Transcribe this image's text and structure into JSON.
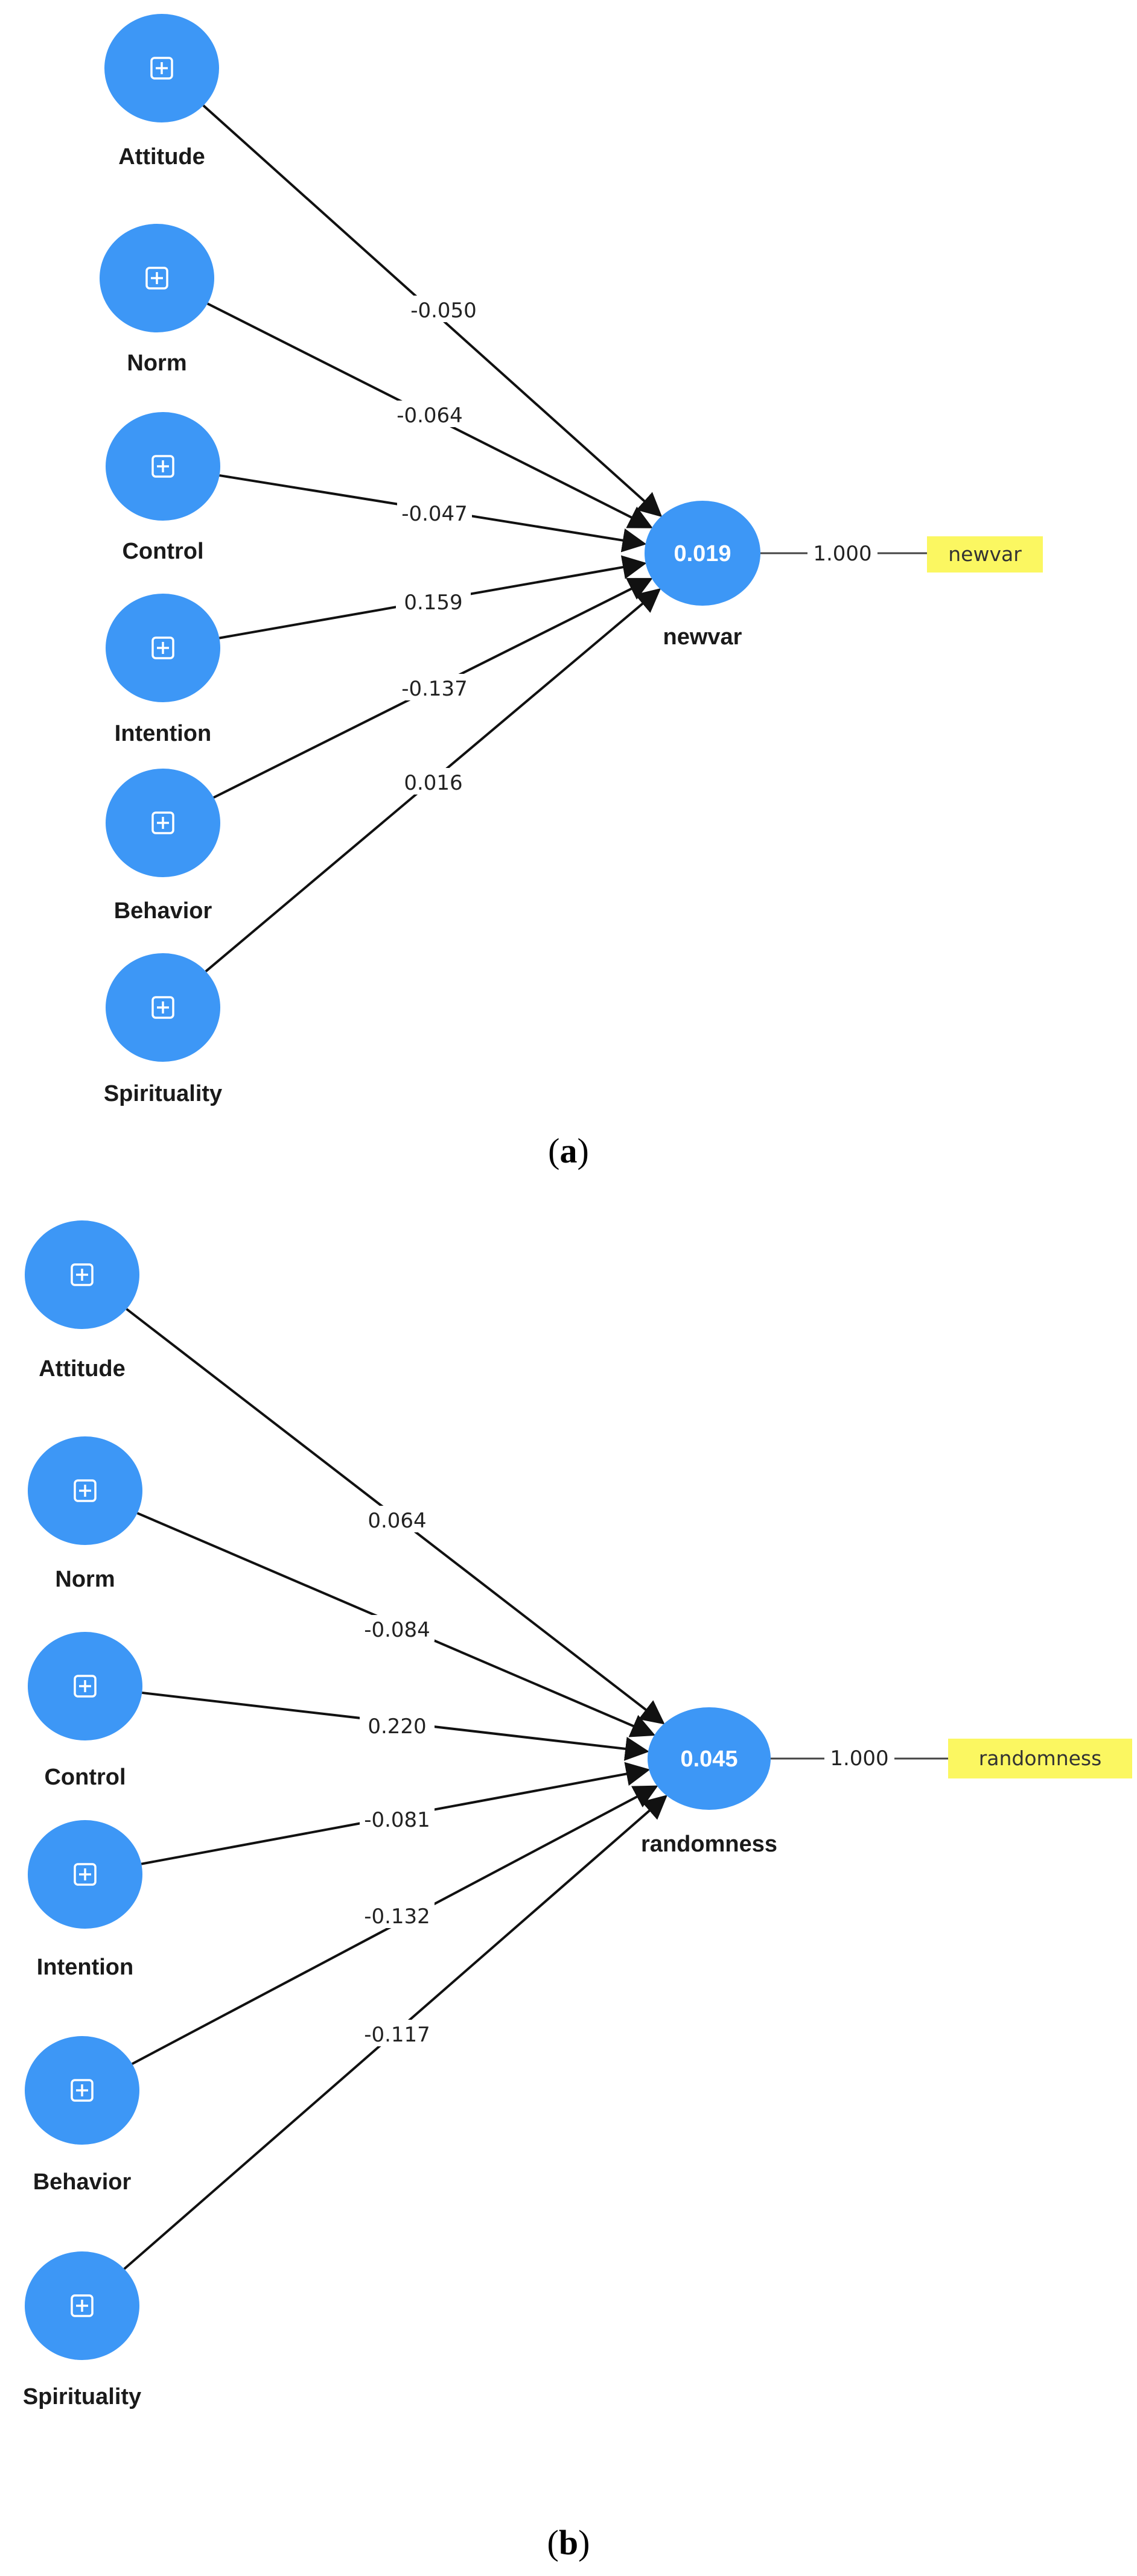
{
  "colors": {
    "node_fill": "#3d97f6",
    "indicator_fill": "#fbf761",
    "edge": "#111111"
  },
  "icons": {
    "construct_node": "expand-square-icon"
  },
  "diagrams": [
    {
      "caption": {
        "open": "(",
        "letter": "a",
        "close": ")"
      },
      "predictors": [
        {
          "label": "Attitude",
          "coefficient": "-0.050"
        },
        {
          "label": "Norm",
          "coefficient": "-0.064"
        },
        {
          "label": "Control",
          "coefficient": "-0.047"
        },
        {
          "label": "Intention",
          "coefficient": "0.159"
        },
        {
          "label": "Behavior",
          "coefficient": "-0.137"
        },
        {
          "label": "Spirituality",
          "coefficient": "0.016"
        }
      ],
      "outcome": {
        "label": "newvar",
        "value": "0.019"
      },
      "indicator": {
        "label": "newvar",
        "loading": "1.000"
      }
    },
    {
      "caption": {
        "open": "(",
        "letter": "b",
        "close": ")"
      },
      "predictors": [
        {
          "label": "Attitude",
          "coefficient": "0.064"
        },
        {
          "label": "Norm",
          "coefficient": "-0.084"
        },
        {
          "label": "Control",
          "coefficient": "0.220"
        },
        {
          "label": "Intention",
          "coefficient": "-0.081"
        },
        {
          "label": "Behavior",
          "coefficient": "-0.132"
        },
        {
          "label": "Spirituality",
          "coefficient": "-0.117"
        }
      ],
      "outcome": {
        "label": "randomness",
        "value": "0.045"
      },
      "indicator": {
        "label": "randomness",
        "loading": "1.000"
      }
    }
  ]
}
